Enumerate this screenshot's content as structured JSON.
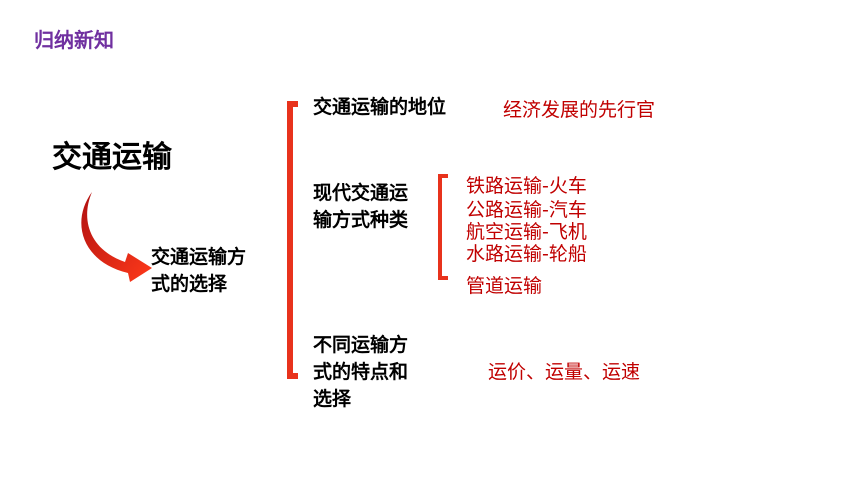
{
  "header": {
    "title": "归纳新知"
  },
  "topic": {
    "title": "交通运输"
  },
  "choice": {
    "line1": "交通运输方",
    "line2": "式的选择"
  },
  "branches": {
    "status": {
      "label": "交通运输的地位",
      "detail": "经济发展的先行官"
    },
    "modern": {
      "label_line1": "现代交通运",
      "label_line2": "输方式种类",
      "items": [
        "铁路运输-火车",
        "公路运输-汽车",
        "航空运输-飞机",
        "水路运输-轮船",
        "管道运输"
      ]
    },
    "features": {
      "label_line1": "不同运输方",
      "label_line2": "式的特点和",
      "label_line3": "选择",
      "detail": "运价、运量、运速"
    }
  },
  "colors": {
    "header": "#7030a0",
    "accent": "#e8321c",
    "red_text": "#c00000"
  }
}
